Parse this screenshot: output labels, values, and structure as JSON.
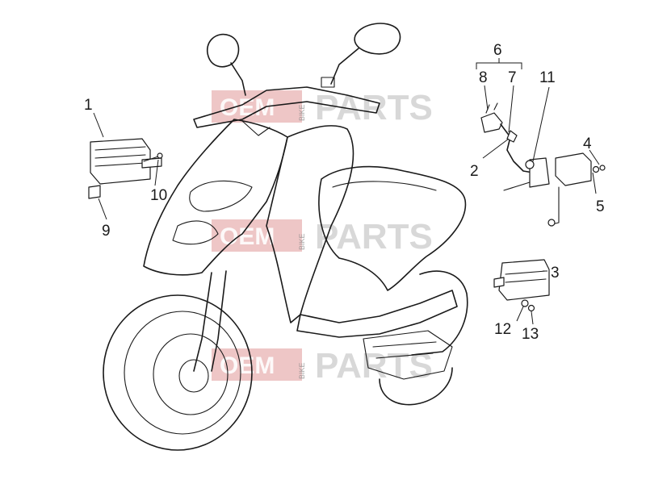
{
  "watermark": {
    "brand_left": "OEM",
    "brand_mid": "BIKE",
    "brand_right": "PARTS",
    "band_color": "#d98080"
  },
  "callouts": [
    {
      "id": "1",
      "label": "1"
    },
    {
      "id": "2",
      "label": "2"
    },
    {
      "id": "3",
      "label": "3"
    },
    {
      "id": "4",
      "label": "4"
    },
    {
      "id": "5",
      "label": "5"
    },
    {
      "id": "6",
      "label": "6"
    },
    {
      "id": "7",
      "label": "7"
    },
    {
      "id": "8",
      "label": "8"
    },
    {
      "id": "9",
      "label": "9"
    },
    {
      "id": "10",
      "label": "10"
    },
    {
      "id": "11",
      "label": "11"
    },
    {
      "id": "12",
      "label": "12"
    },
    {
      "id": "13",
      "label": "13"
    }
  ],
  "colors": {
    "line": "#1a1a1a",
    "background": "#ffffff"
  }
}
